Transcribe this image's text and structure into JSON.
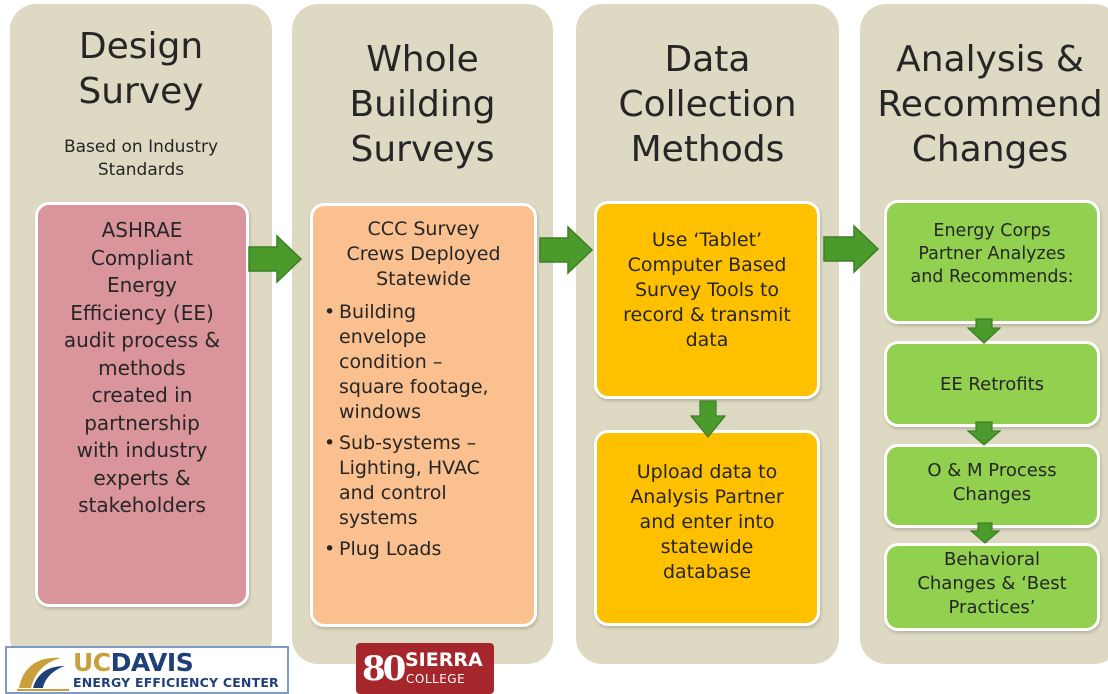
{
  "colors": {
    "column_bg": "#ddd9c3",
    "pink_card": "#d9959b",
    "peach_card": "#fac090",
    "orange_card": "#ffc000",
    "green_card": "#92d050",
    "arrow": "#4a9a2c",
    "ucd_gold": "#c9a03c",
    "ucd_blue": "#1f3f77",
    "sierra_red": "#a5262b"
  },
  "columns": [
    {
      "title": "Design\nSurvey",
      "subtitle": "Based on Industry\nStandards",
      "box": "ASHRAE\nCompliant\nEnergy\nEfficiency (EE)\naudit process &\nmethods\ncreated in\npartnership\nwith industry\nexperts &\nstakeholders"
    },
    {
      "title": "Whole\nBuilding\nSurveys",
      "box_heading": "CCC Survey\nCrews Deployed\nStatewide",
      "bullets": [
        "Building\nenvelope\ncondition  –\nsquare footage,\nwindows",
        "Sub-systems –\nLighting, HVAC\nand control\nsystems",
        "Plug Loads"
      ]
    },
    {
      "title": "Data\nCollection\nMethods",
      "boxes": [
        "Use ‘Tablet’\nComputer Based\nSurvey Tools to\nrecord  & transmit\ndata",
        "Upload data to\nAnalysis Partner\nand enter into\nstatewide\ndatabase"
      ]
    },
    {
      "title": "Analysis &\nRecommend\nChanges",
      "boxes": [
        "Energy Corps\nPartner Analyzes\nand Recommends:",
        "EE Retrofits",
        "O & M Process\nChanges",
        "Behavioral\nChanges & ‘Best\nPractices’"
      ]
    }
  ],
  "logos": {
    "ucdavis": {
      "name_uc": "UC",
      "name_davis": "DAVIS",
      "subtitle": "ENERGY EFFICIENCY CENTER"
    },
    "sierra": {
      "mark": "80",
      "name": "SIERRA",
      "subtitle": "COLLEGE"
    }
  }
}
